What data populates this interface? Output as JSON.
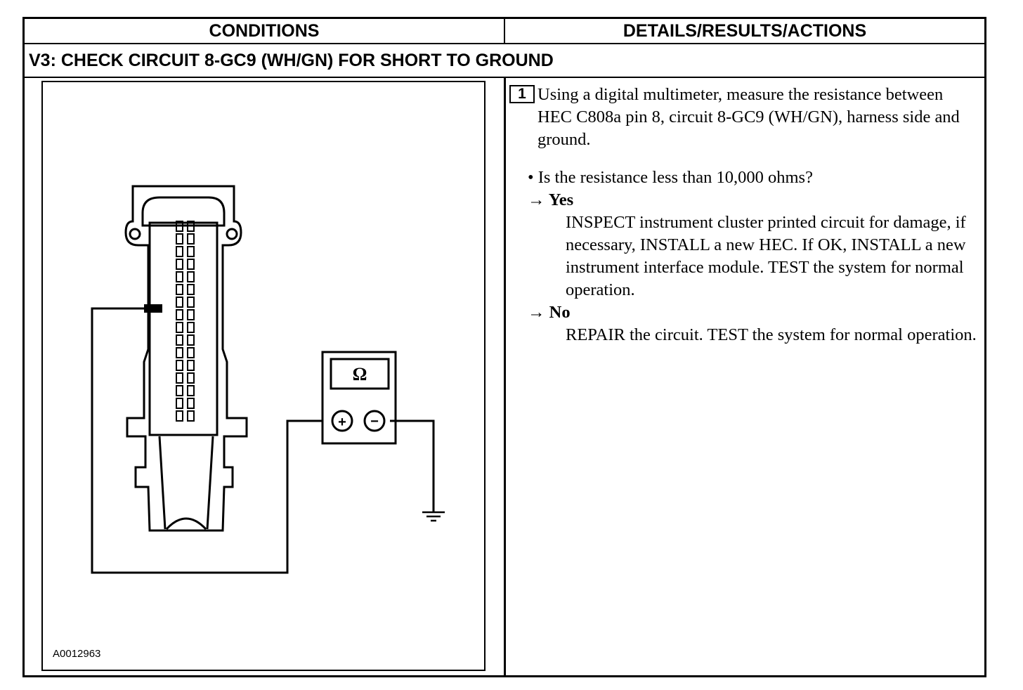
{
  "table": {
    "header_left": "CONDITIONS",
    "header_right": "DETAILS/RESULTS/ACTIONS",
    "step_title": "V3: CHECK CIRCUIT 8-GC9 (WH/GN) FOR SHORT TO GROUND"
  },
  "figure": {
    "id": "A0012963",
    "meter_symbol": "Ω",
    "plus_symbol": "+",
    "minus_symbol": "−"
  },
  "details": {
    "step_number": "1",
    "instruction": "Using a digital multimeter, measure the resistance between HEC C808a pin 8, circuit 8-GC9 (WH/GN), harness side and ground.",
    "question": "• Is the resistance less than 10,000 ohms?",
    "yes_label": "→ Yes",
    "yes_action": "INSPECT instrument cluster printed circuit for damage, if necessary, INSTALL a new HEC. If OK, INSTALL a new instrument interface module. TEST the system for normal operation.",
    "no_label": "→ No",
    "no_action": "REPAIR the circuit. TEST the system for normal operation."
  }
}
